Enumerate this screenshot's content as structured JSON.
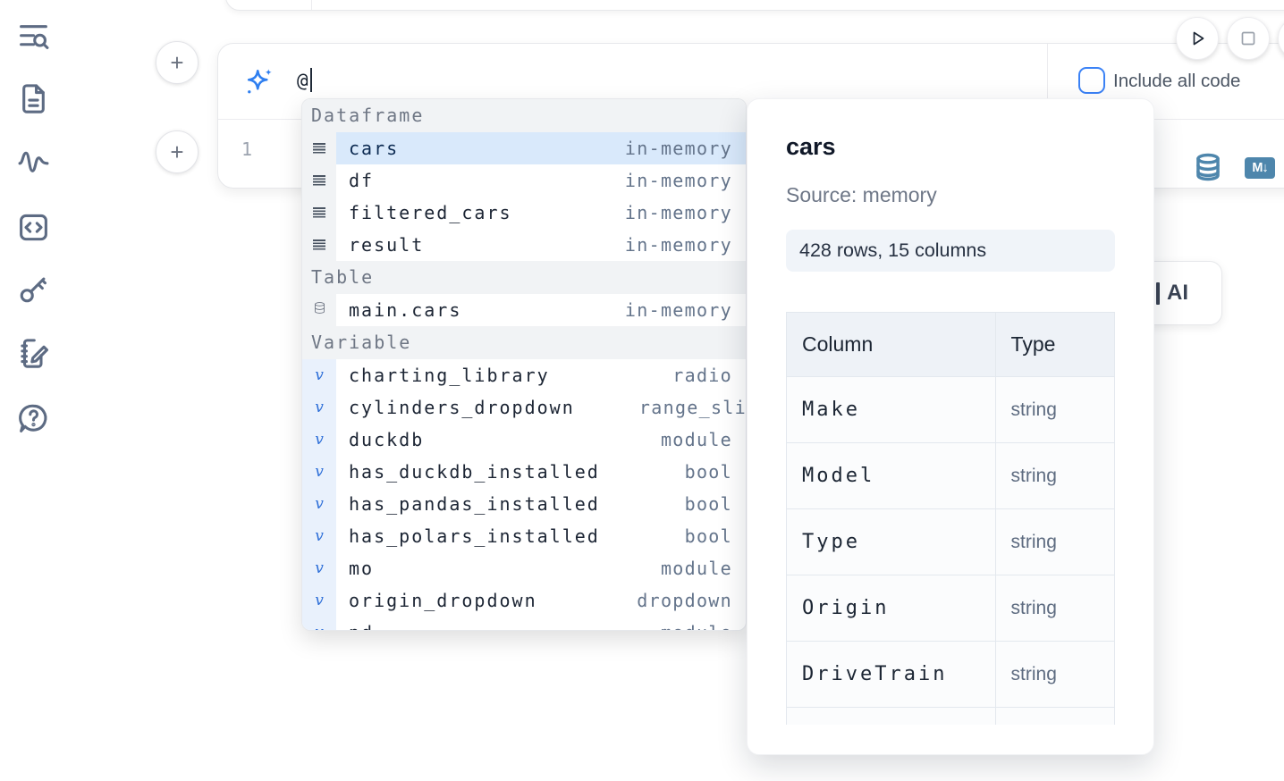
{
  "sidebar": {
    "icons": [
      {
        "name": "toc-search"
      },
      {
        "name": "file"
      },
      {
        "name": "activity"
      },
      {
        "name": "code-block"
      },
      {
        "name": "key"
      },
      {
        "name": "scratchpad"
      },
      {
        "name": "help-chat"
      }
    ]
  },
  "toolbar": {
    "include_all_code_label": "Include all code",
    "include_all_code_checked": false
  },
  "prompt_cell": {
    "add_button_label": "+",
    "input_value": "@"
  },
  "code_cell": {
    "add_button_label": "+",
    "line_number": "1",
    "markdown_badge_label": "M↓"
  },
  "autocomplete": {
    "groups": [
      {
        "label": "Dataframe",
        "kind": "dataframe",
        "items": [
          {
            "name": "cars",
            "type": "in-memory",
            "selected": true
          },
          {
            "name": "df",
            "type": "in-memory"
          },
          {
            "name": "filtered_cars",
            "type": "in-memory"
          },
          {
            "name": "result",
            "type": "in-memory"
          }
        ]
      },
      {
        "label": "Table",
        "kind": "table",
        "items": [
          {
            "name": "main.cars",
            "type": "in-memory"
          }
        ]
      },
      {
        "label": "Variable",
        "kind": "variable",
        "items": [
          {
            "name": "charting_library",
            "type": "radio"
          },
          {
            "name": "cylinders_dropdown",
            "type": "range_sli",
            "type_clipped": true
          },
          {
            "name": "duckdb",
            "type": "module"
          },
          {
            "name": "has_duckdb_installed",
            "type": "bool"
          },
          {
            "name": "has_pandas_installed",
            "type": "bool"
          },
          {
            "name": "has_polars_installed",
            "type": "bool"
          },
          {
            "name": "mo",
            "type": "module"
          },
          {
            "name": "origin_dropdown",
            "type": "dropdown"
          },
          {
            "name": "pd",
            "type": "module",
            "partial": true
          }
        ]
      }
    ]
  },
  "preview_panel": {
    "title": "cars",
    "source": "Source: memory",
    "shape_badge": "428 rows, 15 columns",
    "table": {
      "headers": [
        "Column",
        "Type"
      ],
      "rows": [
        {
          "column": "Make",
          "type": "string"
        },
        {
          "column": "Model",
          "type": "string"
        },
        {
          "column": "Type",
          "type": "string"
        },
        {
          "column": "Origin",
          "type": "string"
        },
        {
          "column": "DriveTrain",
          "type": "string"
        }
      ],
      "partial_row_visible": true
    }
  },
  "ai_button": {
    "visible_label": "AI"
  }
}
